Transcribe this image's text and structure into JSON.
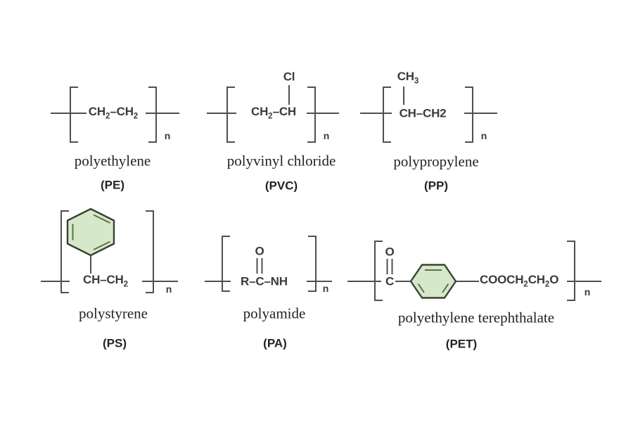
{
  "colors": {
    "line": "#4f4f4f",
    "formula_text": "#3a3a3a",
    "label_text": "#232323",
    "ring_fill": "#d5e8ca",
    "ring_stroke": "#38432e",
    "ring_inner": "#5d7150"
  },
  "polymers": [
    {
      "name": "polyethylene",
      "abbr": "(PE)",
      "repeat_subscript": "n",
      "formula": [
        {
          "t": "CH"
        },
        {
          "s": "2"
        },
        {
          "t": "–CH"
        },
        {
          "s": "2"
        }
      ]
    },
    {
      "name": "polyvinyl chloride",
      "abbr": "(PVC)",
      "repeat_subscript": "n",
      "pendant": "Cl",
      "formula": [
        {
          "t": "CH"
        },
        {
          "s": "2"
        },
        {
          "t": "–CH"
        }
      ]
    },
    {
      "name": "polypropylene",
      "abbr": "(PP)",
      "repeat_subscript": "n",
      "pendant_formula": [
        {
          "t": "CH"
        },
        {
          "s": "3"
        }
      ],
      "formula": [
        {
          "t": "CH–CH2"
        }
      ]
    },
    {
      "name": "polystyrene",
      "abbr": "(PS)",
      "repeat_subscript": "n",
      "ring": "benzene",
      "formula": [
        {
          "t": "CH–CH"
        },
        {
          "s": "2"
        }
      ]
    },
    {
      "name": "polyamide",
      "abbr": "(PA)",
      "repeat_subscript": "n",
      "pendant": "O",
      "formula": [
        {
          "t": "R–C–NH"
        }
      ]
    },
    {
      "name": "polyethylene terephthalate",
      "abbr": "(PET)",
      "repeat_subscript": "n",
      "carbonyl_oxygen": "O",
      "carbonyl_carbon": "C",
      "ring": "benzene",
      "formula": [
        {
          "t": "COOCH"
        },
        {
          "s": "2"
        },
        {
          "t": "CH"
        },
        {
          "s": "2"
        },
        {
          "t": "O"
        }
      ]
    }
  ]
}
